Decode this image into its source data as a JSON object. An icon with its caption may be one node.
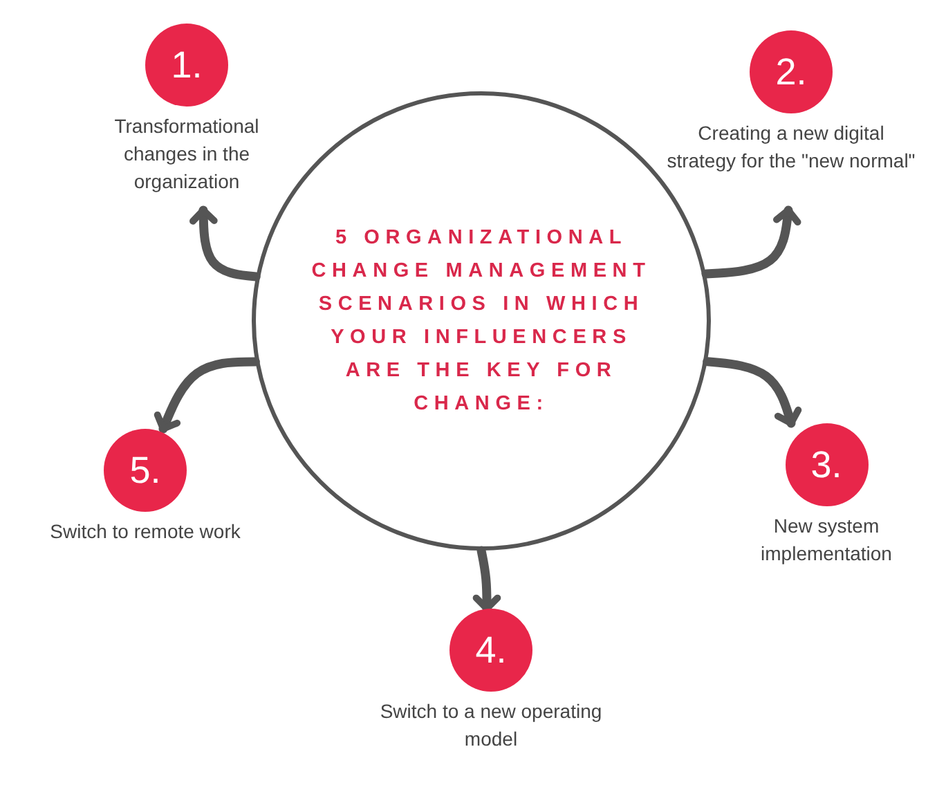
{
  "diagram": {
    "nodes": [
      {
        "text": [
          "5 ORGANIZATIONAL CHANGE MANAGEMENT SCENARIOS IN WHICH YOUR INFLUENCERS ARE THE KEY FOR CHANGE:"
        ]
      },
      {
        "text": [
          "1.",
          "Transformational changes in the organization"
        ]
      },
      {
        "text": [
          "2.",
          "Creating a new digital strategy for the \"new normal\""
        ]
      },
      {
        "text": [
          "3.",
          "New system implementation"
        ]
      },
      {
        "text": [
          "4.",
          "Switch to a new operating model"
        ]
      },
      {
        "text": [
          "5.",
          "Switch to remote work"
        ]
      }
    ],
    "edges": [
      {
        "from": 0,
        "to": 1,
        "arrow": "to"
      },
      {
        "from": 0,
        "to": 2,
        "arrow": "to"
      },
      {
        "from": 0,
        "to": 3,
        "arrow": "to"
      },
      {
        "from": 0,
        "to": 4,
        "arrow": "to"
      },
      {
        "from": 0,
        "to": 5,
        "arrow": "to"
      }
    ]
  }
}
